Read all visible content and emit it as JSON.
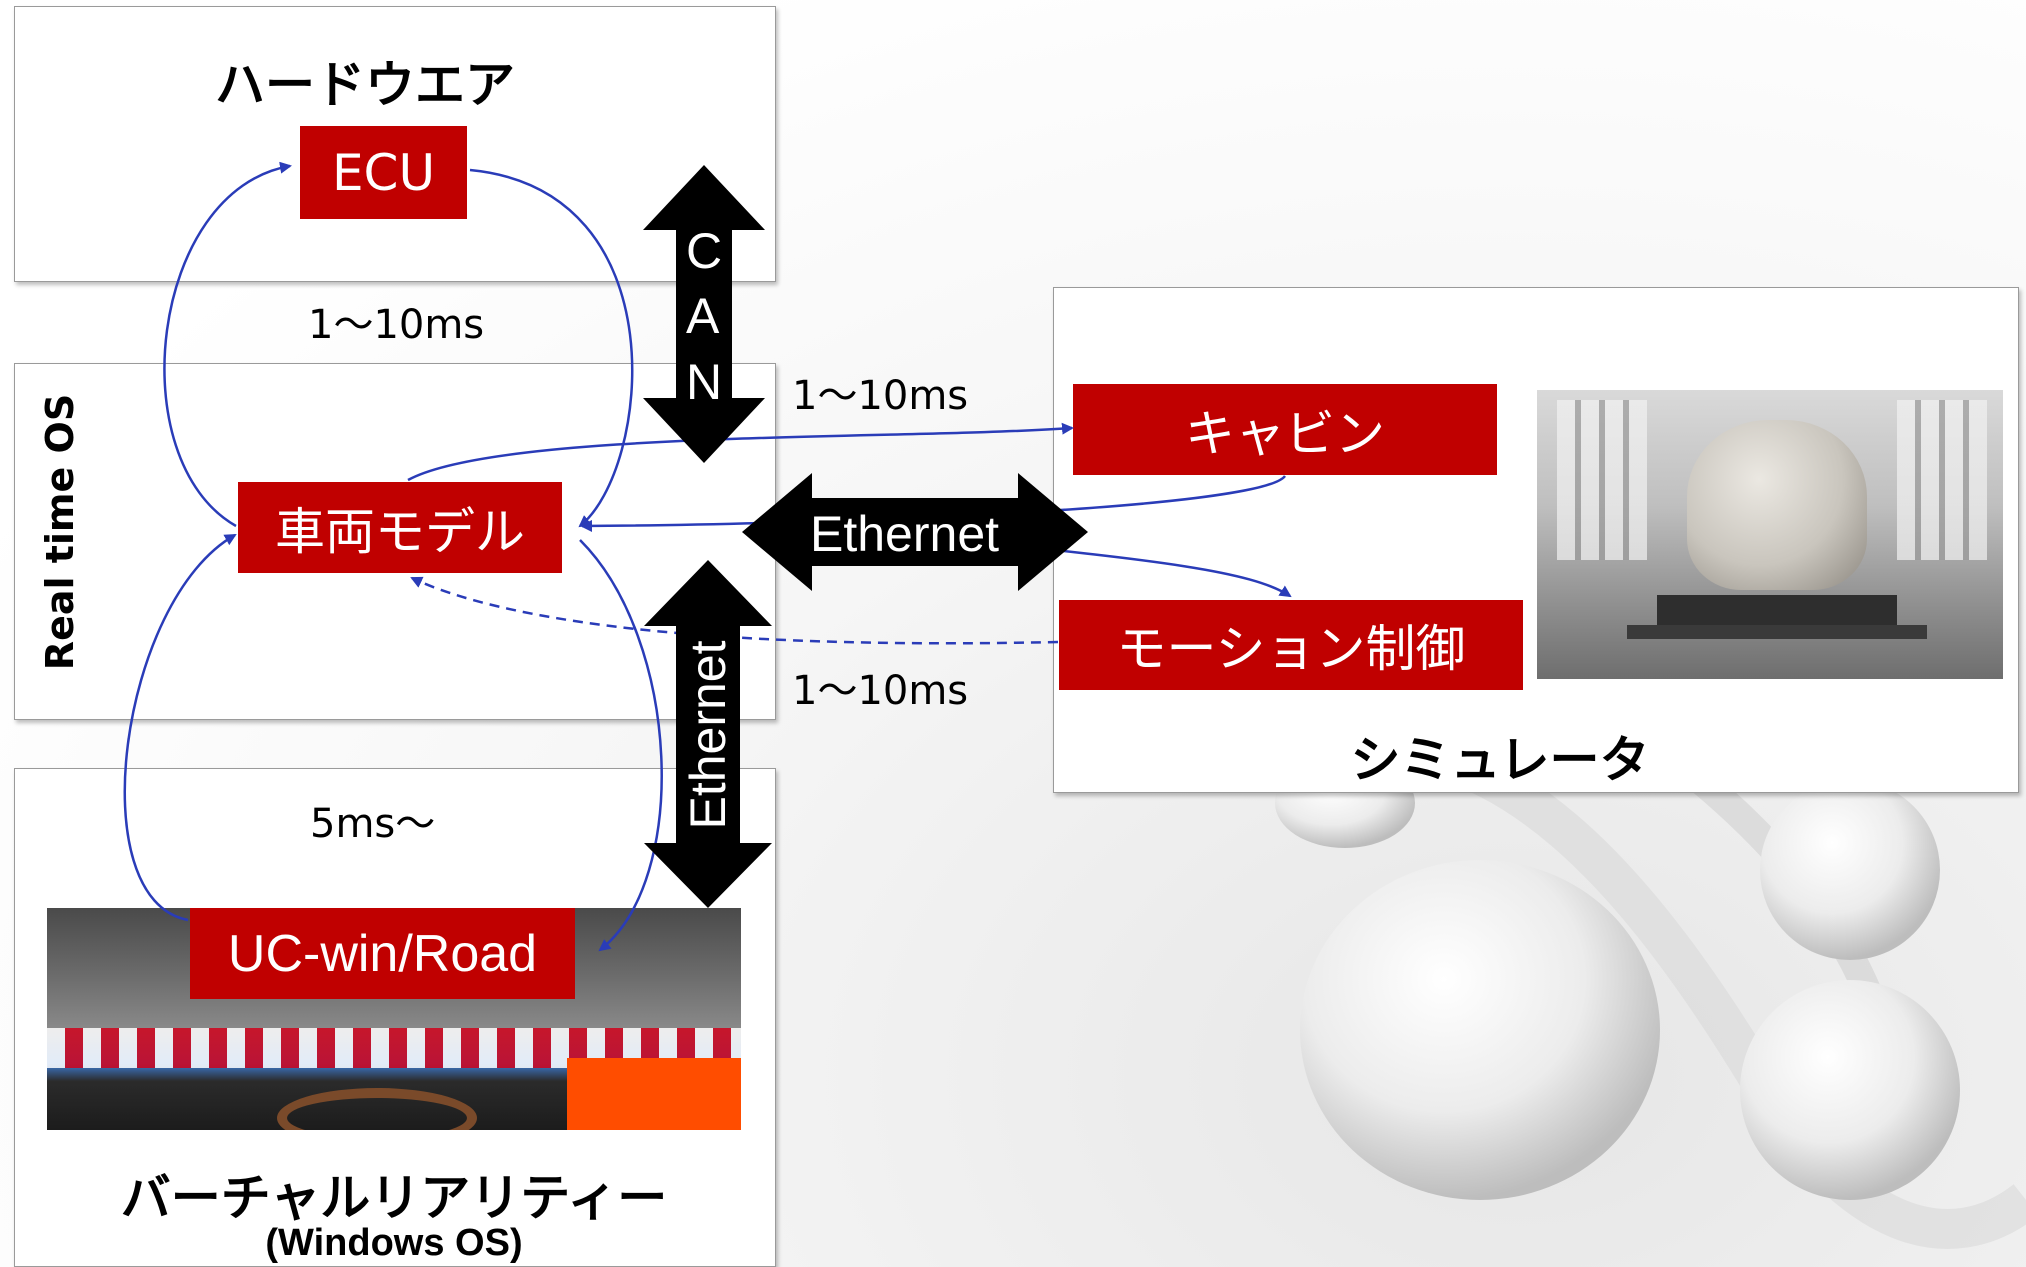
{
  "hardware": {
    "title": "ハードウエア",
    "ecu": "ECU"
  },
  "realtime": {
    "os_label": "Real time OS",
    "vehicle_model": "車両モデル"
  },
  "vr": {
    "title": "バーチャルリアリティー",
    "subtitle": "(Windows OS)",
    "app": "UC-win/Road"
  },
  "simulator": {
    "title": "シミュレータ",
    "cabin": "キャビン",
    "motion": "モーション制御"
  },
  "buses": {
    "can": [
      "C",
      "A",
      "N"
    ],
    "ethernet_h": "Ethernet",
    "ethernet_v": "Ethernet"
  },
  "latency": {
    "ecu_loop": "1～10ms",
    "to_cabin": "1～10ms",
    "from_motion": "1～10ms",
    "vr_loop": "5ms～"
  },
  "colors": {
    "block_red": "#c00000",
    "arrow_blue": "#2a3cb8",
    "bus_black": "#000000"
  }
}
